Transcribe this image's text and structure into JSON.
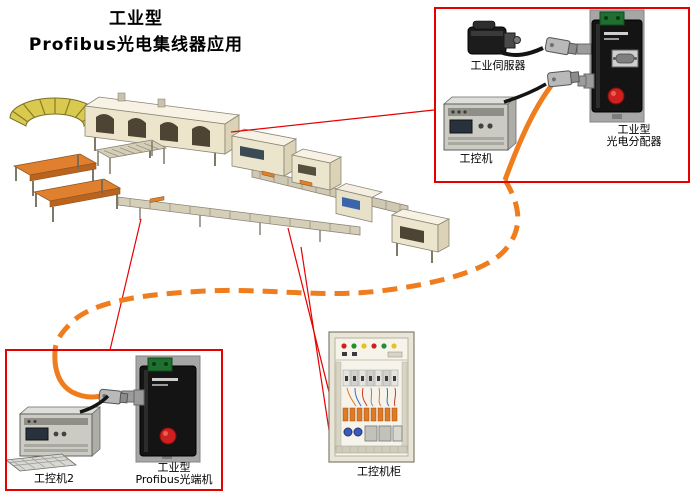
{
  "title": {
    "line1": "工业型",
    "line2": "Profibus光电集线器应用"
  },
  "top_box": {
    "servo_label": "工业伺服器",
    "ipc_label": "工控机",
    "device_label_line1": "工业型",
    "device_label_line2": "光电分配器"
  },
  "bottom_box": {
    "ipc_label": "工控机2",
    "device_label_line1": "工业型",
    "device_label_line2": "Profibus光端机"
  },
  "cabinet": {
    "label": "工控机柜"
  },
  "colors": {
    "box_border_red": "#e60000",
    "pointer_line_red": "#e60000",
    "cable_orange": "#ef7d1e",
    "device_body_black": "#141414",
    "terminal_green": "#1f6f30",
    "button_red": "#cf1f1f",
    "machine_cream": "#ece4cb",
    "table_orange": "#e0802e"
  }
}
